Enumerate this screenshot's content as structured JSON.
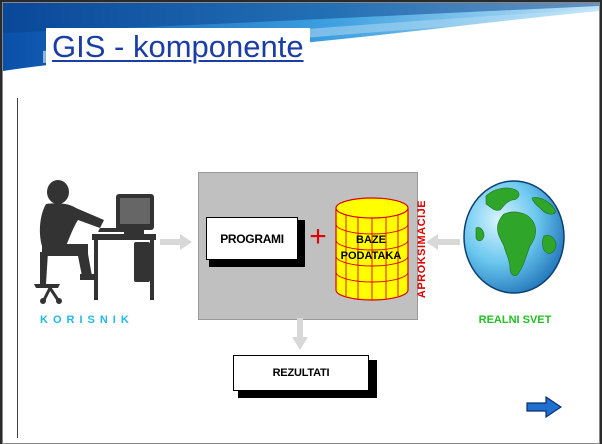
{
  "title": "GIS - komponente",
  "diagram": {
    "programs": "PROGRAMI",
    "plus": "+",
    "database_line1": "BAZE",
    "database_line2": "PODATAKA",
    "approximation": "APROKSIMACIJE",
    "user": "KORISNIK",
    "world": "REALNI SVET",
    "results": "REZULTATI"
  },
  "colors": {
    "title": "#1a3ea6",
    "system_box": "#c0c0c0",
    "database_fill": "#ffff00",
    "database_stroke": "#e00000",
    "approximation": "#e00000",
    "user_label": "#22b8e6",
    "world_label": "#22c022",
    "arrows": "#d8d8d8",
    "next_arrow": "#1e6fd0"
  },
  "icons": {
    "user": "person-at-computer-icon",
    "world": "globe-icon",
    "next": "next-arrow-icon"
  }
}
